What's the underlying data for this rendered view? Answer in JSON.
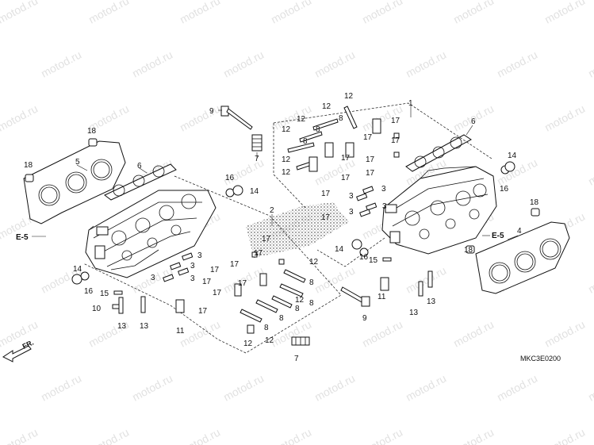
{
  "watermark": "motod.ru",
  "diagram_code": "MKC3E0200",
  "direction_label": "FR.",
  "reference_label": "E-5",
  "callouts": {
    "c1": "1",
    "c2": "2",
    "c3": "3",
    "c4": "4",
    "c5": "5",
    "c6": "6",
    "c7": "7",
    "c8": "8",
    "c9": "9",
    "c10": "10",
    "c11": "11",
    "c12": "12",
    "c13": "13",
    "c14": "14",
    "c15": "15",
    "c16": "16",
    "c17": "17",
    "c18": "18"
  }
}
